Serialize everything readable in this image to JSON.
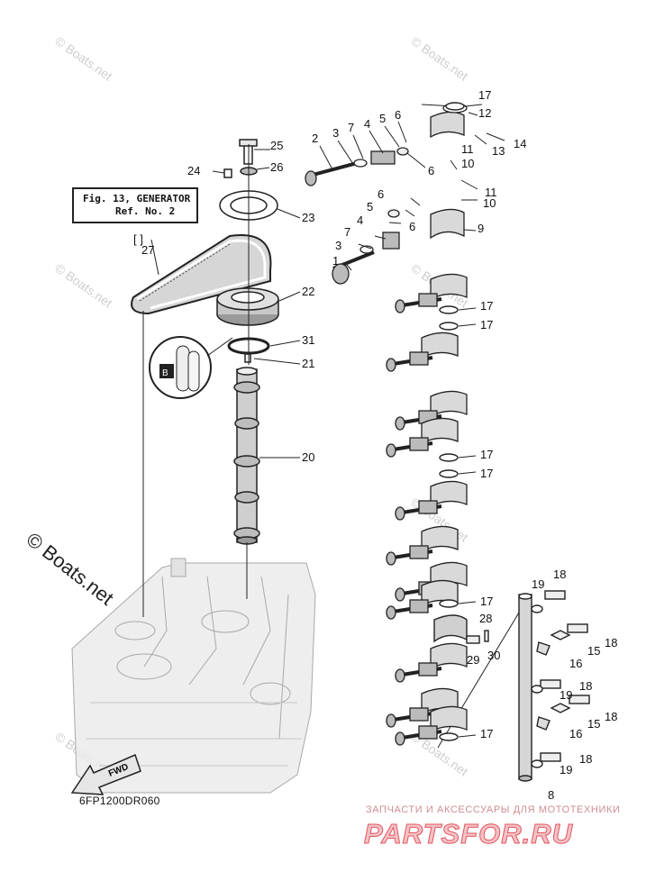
{
  "reference_box": {
    "line1": "Fig. 13, GENERATOR",
    "line2": "Ref. No. 2"
  },
  "drawing_code": "6FP1200DR060",
  "fwd_label": "FWD",
  "watermark_small": "© Boats.net",
  "watermark_large": "© Boats.net",
  "shop": {
    "tagline": "ЗАПЧАСТИ И АКСЕССУАРЫ ДЛЯ МОТОТЕХНИКИ",
    "logo": "PARTSFOR.RU"
  },
  "bracket_27": "[ ]",
  "callouts": {
    "c1": "1",
    "c2": "2",
    "c3a": "3",
    "c3b": "3",
    "c4a": "4",
    "c4b": "4",
    "c5a": "5",
    "c5b": "5",
    "c6a": "6",
    "c6b": "6",
    "c6c": "6",
    "c6d": "6",
    "c7a": "7",
    "c7b": "7",
    "c8": "8",
    "c9": "9",
    "c10a": "10",
    "c10b": "10",
    "c11a": "11",
    "c11b": "11",
    "c12": "12",
    "c13": "13",
    "c14": "14",
    "c15a": "15",
    "c15b": "15",
    "c16a": "16",
    "c16b": "16",
    "c17a": "17",
    "c17b": "17",
    "c17c": "17",
    "c17d": "17",
    "c17e": "17",
    "c17f": "17",
    "c17g": "17",
    "c18a": "18",
    "c18b": "18",
    "c18c": "18",
    "c18d": "18",
    "c18e": "18",
    "c19a": "19",
    "c19b": "19",
    "c19c": "19",
    "c20": "20",
    "c21": "21",
    "c22": "22",
    "c23": "23",
    "c24": "24",
    "c25": "25",
    "c26": "26",
    "c27": "27",
    "c28": "28",
    "c29": "29",
    "c30": "30",
    "c31": "31"
  }
}
